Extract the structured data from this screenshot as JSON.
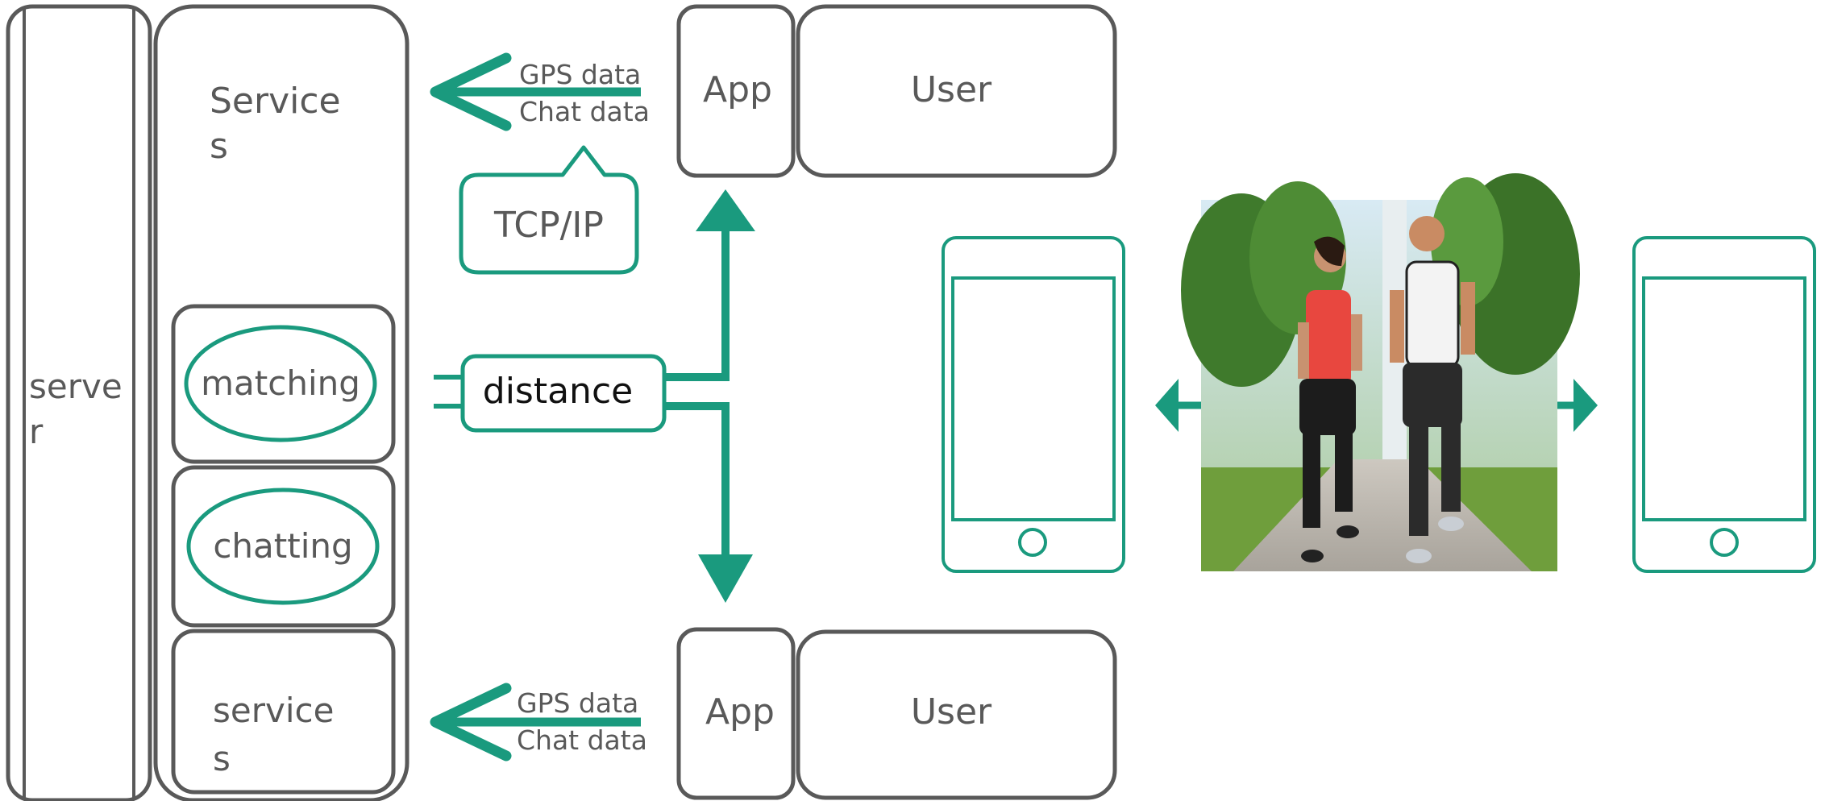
{
  "colors": {
    "outline": "#595959",
    "accent": "#1a9a7e",
    "text": "#595959",
    "photo_sky": "#cfe3ef",
    "photo_trees": "#3f7a2c",
    "photo_path": "#b9b4ad"
  },
  "server": {
    "label_line1": "serve",
    "label_line2": "r"
  },
  "services_panel": {
    "title_line1": "Service",
    "title_line2": "s",
    "modules": [
      {
        "label": "matching"
      },
      {
        "label": "chatting"
      }
    ],
    "bottom_module": {
      "label_line1": "service",
      "label_line2": "s"
    }
  },
  "top_flow": {
    "data_labels": [
      "GPS data",
      "Chat data"
    ],
    "protocol_label": "TCP/IP",
    "app_label": "App",
    "user_label": "User"
  },
  "distance_label": "distance",
  "bottom_flow": {
    "data_labels": [
      "GPS data",
      "Chat data"
    ],
    "app_label": "App",
    "user_label": "User"
  },
  "devices": {
    "left_icon": "smartphone-icon",
    "right_icon": "smartphone-icon",
    "photo": "two-runners-photo"
  }
}
